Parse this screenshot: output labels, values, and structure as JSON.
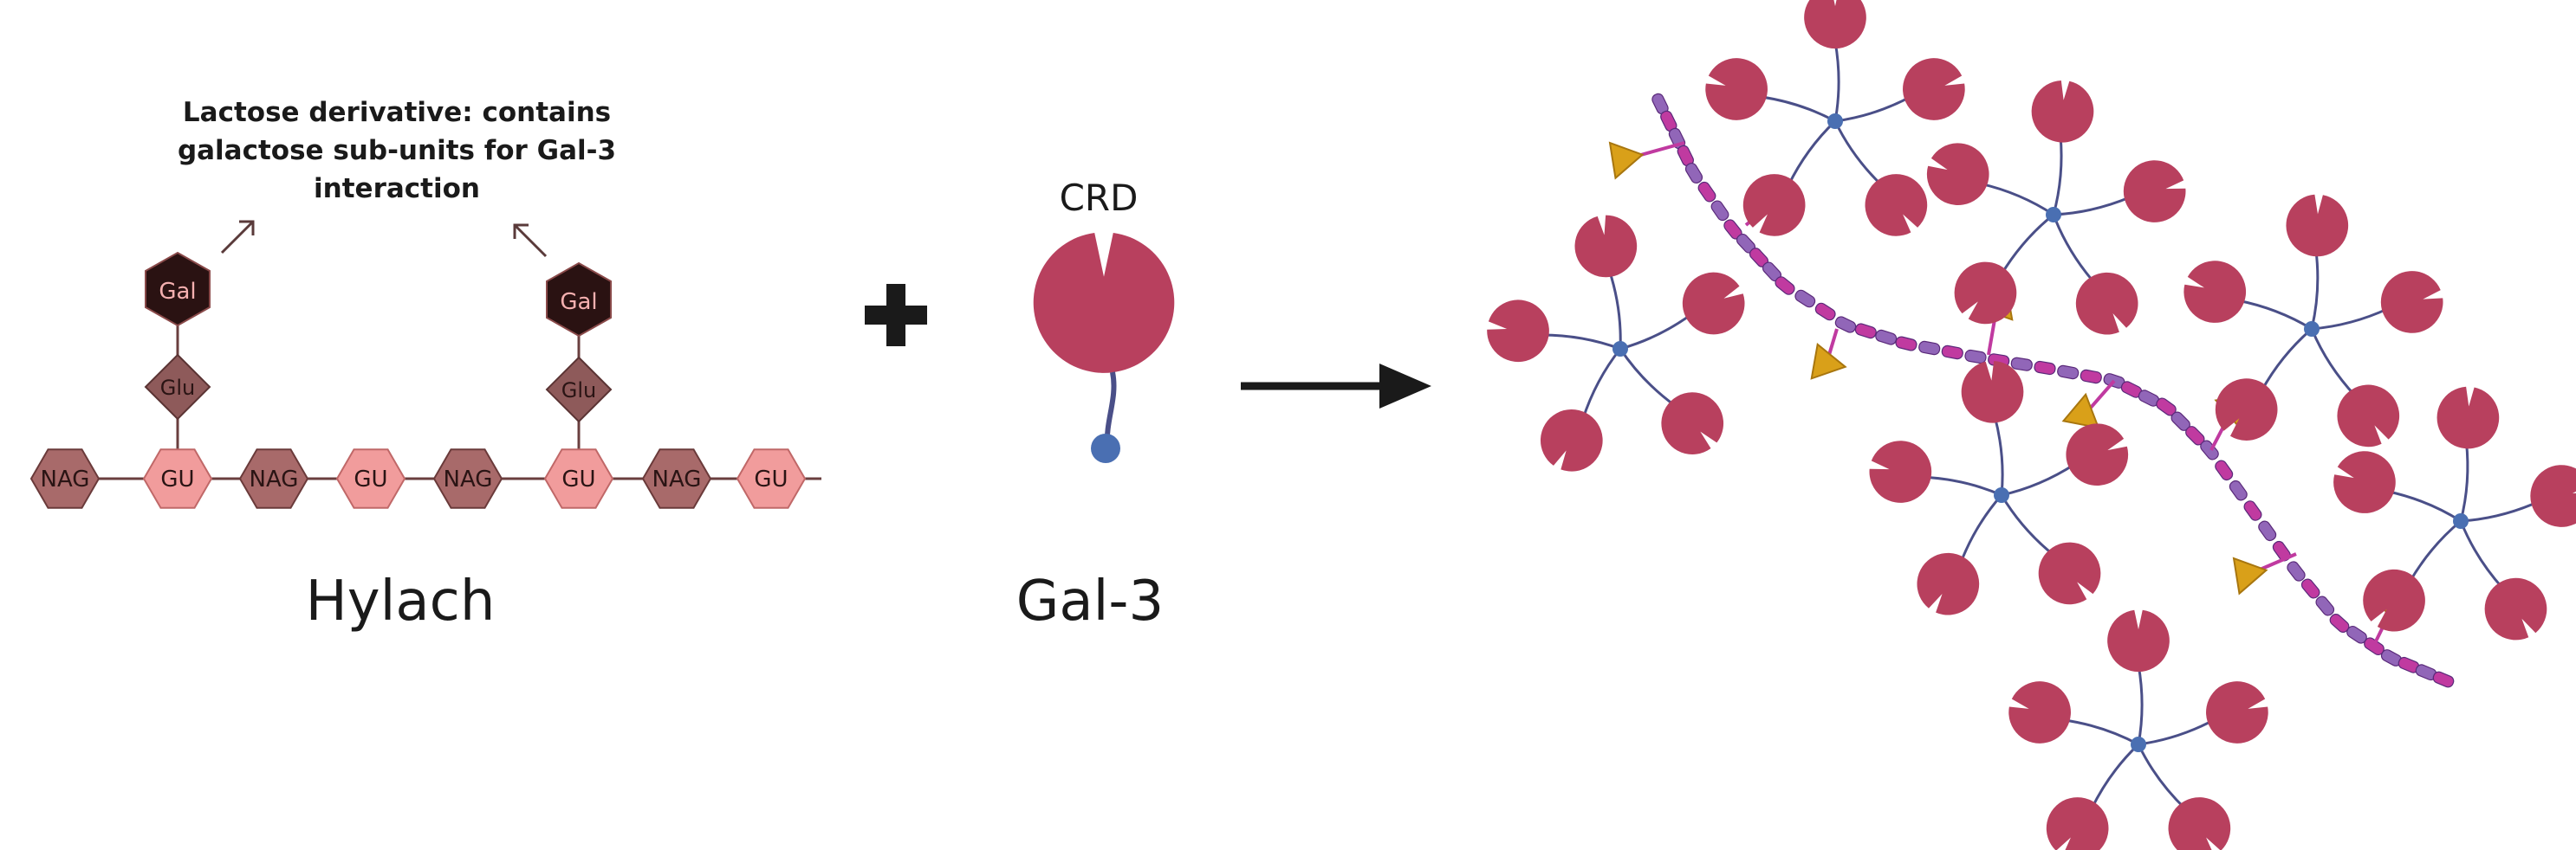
{
  "annotation": {
    "line1": "Lactose derivative: contains",
    "line2": "galactose sub-units for Gal-3",
    "line3": "interaction"
  },
  "hylach": {
    "label": "Hylach",
    "side_chains": [
      {
        "gal": "Gal",
        "glu": "Glu"
      },
      {
        "gal": "Gal",
        "glu": "Glu"
      }
    ],
    "backbone": [
      "NAG",
      "GU",
      "NAG",
      "GU",
      "NAG",
      "GU",
      "NAG",
      "GU"
    ]
  },
  "plus_sign": "+",
  "gal3": {
    "crd_label": "CRD",
    "label": "Gal-3"
  },
  "colors": {
    "nag": "#a86a6a",
    "gu": "#f19c9c",
    "glu": "#8e5a5a",
    "gal": "#2a1212",
    "gal_text": "#f5b0b0",
    "crd": "#b8405e",
    "stalk": "#4a4f88",
    "ball": "#4a6fb2",
    "chain_purple": "#9166b8",
    "chain_magenta": "#c03aa0",
    "triangle": "#d9a019",
    "arrow": "#1a1a1a"
  },
  "icons": [
    "arrow-icon",
    "plus-icon",
    "crd-icon"
  ]
}
